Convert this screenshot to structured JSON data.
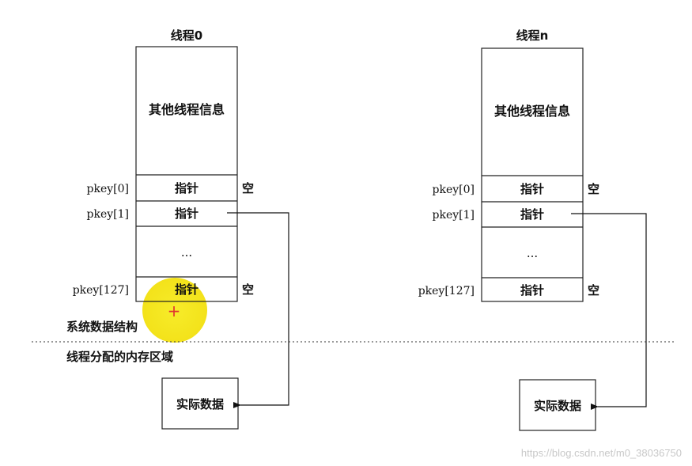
{
  "thread0": {
    "title": "线程0",
    "info": "其他线程信息",
    "slot0": "指针",
    "slot1": "指针",
    "dots": "...",
    "slot127": "指针",
    "key0": "pkey[0]",
    "key1": "pkey[1]",
    "key127": "pkey[127]",
    "empty0": "空",
    "empty127": "空",
    "data": "实际数据"
  },
  "threadn": {
    "title": "线程n",
    "info": "其他线程信息",
    "slot0": "指针",
    "slot1": "指针",
    "dots": "...",
    "slot127": "指针",
    "key0": "pkey[0]",
    "key1": "pkey[1]",
    "key127": "pkey[127]",
    "empty0": "空",
    "empty127": "空",
    "data": "实际数据"
  },
  "region": {
    "system": "系统数据结构",
    "thread_alloc": "线程分配的内存区域"
  },
  "cursor": {
    "mark": "+",
    "highlight_color": "#f5e616",
    "mark_color": "#e03030"
  },
  "watermark": "https://blog.csdn.net/m0_38036750"
}
